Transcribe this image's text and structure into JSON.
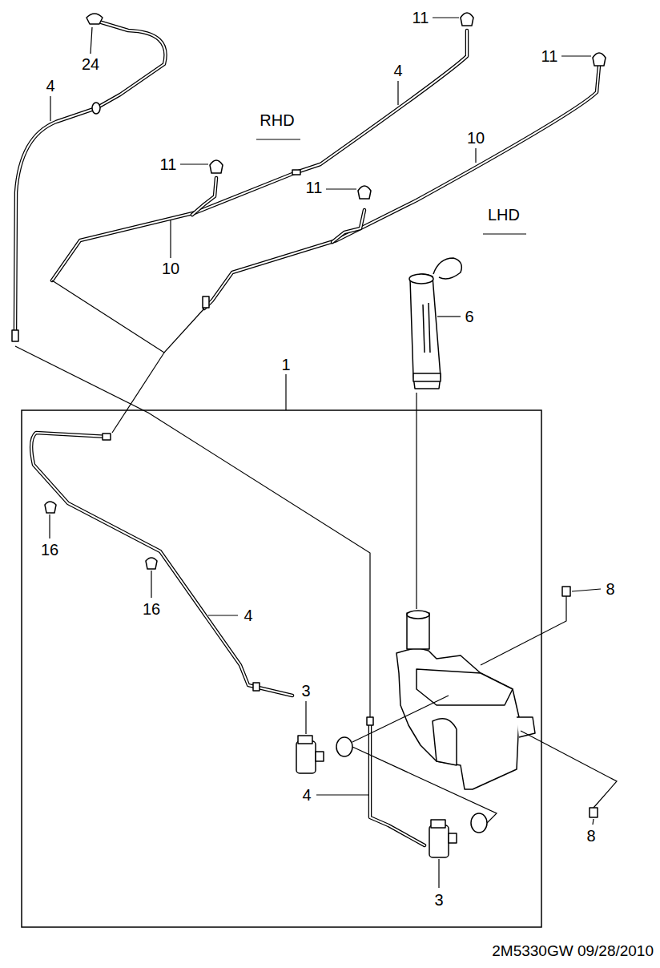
{
  "diagram": {
    "caption": "2M5330GW 09/28/2010",
    "labels": [
      "11",
      "11",
      "24",
      "4",
      "4",
      "RHD",
      "10",
      "11",
      "11",
      "LHD",
      "10",
      "6",
      "1",
      "16",
      "8",
      "16",
      "4",
      "3",
      "4",
      "8",
      "3"
    ]
  }
}
